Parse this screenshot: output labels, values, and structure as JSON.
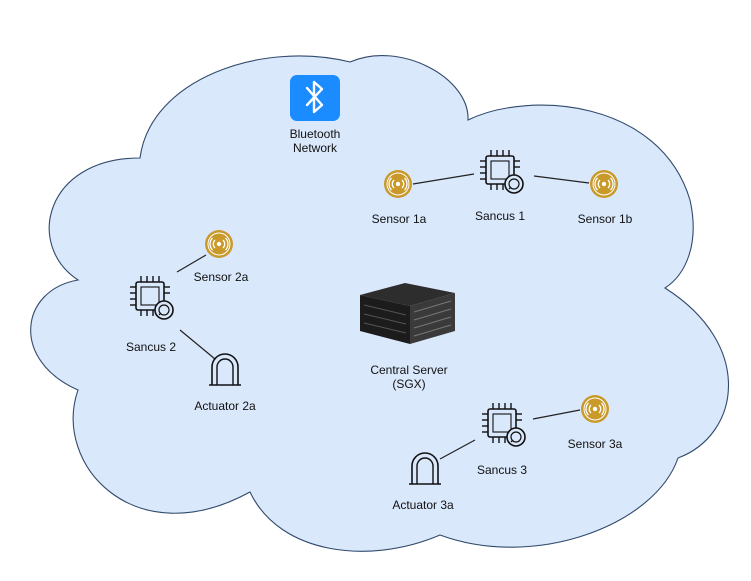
{
  "network": {
    "label_line1": "Bluetooth",
    "label_line2": "Network",
    "icon": "bluetooth-icon",
    "icon_color": "#1a8cff"
  },
  "server": {
    "label_line1": "Central Server",
    "label_line2": "(SGX)",
    "icon": "server-rack-icon"
  },
  "nodes": {
    "sancus1": "Sancus 1",
    "sancus2": "Sancus 2",
    "sancus3": "Sancus 3",
    "sensor1a": "Sensor 1a",
    "sensor1b": "Sensor 1b",
    "sensor2a": "Sensor 2a",
    "sensor3a": "Sensor 3a",
    "actuator2a": "Actuator 2a",
    "actuator3a": "Actuator 3a"
  },
  "colors": {
    "cloud_fill": "#dae8fc",
    "cloud_stroke": "#314a6b",
    "sensor_gold": "#c9992a"
  }
}
